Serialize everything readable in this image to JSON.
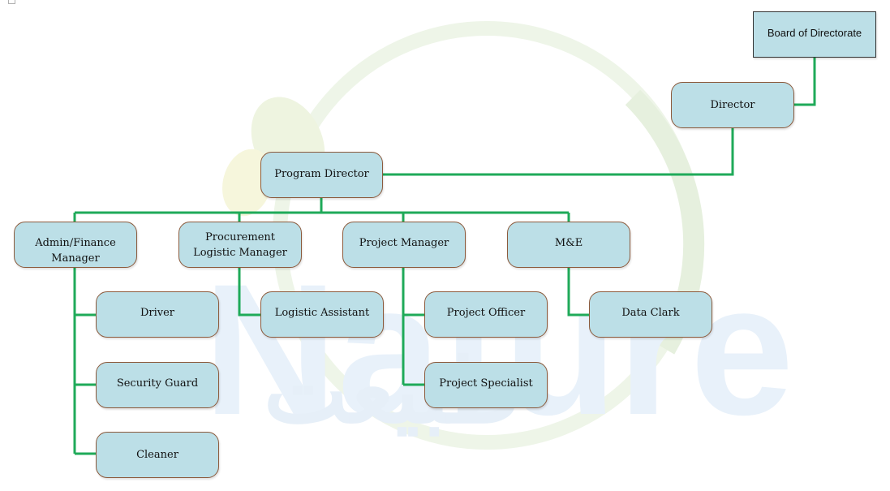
{
  "org_chart": {
    "board": {
      "label": "Board of Directorate"
    },
    "director": {
      "label": "Director"
    },
    "program_director": {
      "label": "Program Director"
    },
    "managers": [
      {
        "label": "Admin/Finance Manager"
      },
      {
        "label": "Procurement Logistic Manager"
      },
      {
        "label": "Project Manager"
      },
      {
        "label": "M&E"
      }
    ],
    "staff": {
      "driver": "Driver",
      "security_guard": "Security Guard",
      "cleaner": "Cleaner",
      "logistic_assistant": "Logistic Assistant",
      "project_officer": "Project Officer",
      "project_specialist": "Project Specialist",
      "data_clark": "Data Clark"
    }
  },
  "watermark": {
    "text": "Nature",
    "arabic_text": "طبیعت"
  },
  "colors": {
    "connector": "#1faa59",
    "box_fill": "#bcdfe7",
    "box_border": "#8c5a3c",
    "watermark_blue": "#dbe9f6",
    "watermark_green": "#e3efdc"
  }
}
